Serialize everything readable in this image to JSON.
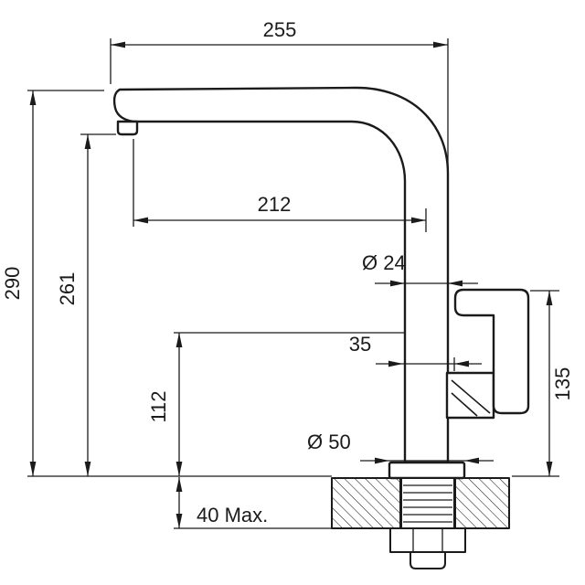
{
  "drawing": {
    "subject": "kitchen-faucet-technical-dimension-drawing",
    "colors": {
      "line": "#1b1b1b",
      "background": "#ffffff"
    },
    "dims": {
      "overall_width": "255",
      "overall_height": "290",
      "spout_height": "261",
      "spout_reach": "212",
      "body_diameter": "Ø 24",
      "lever_offset": "35",
      "joint_height": "112",
      "base_diameter": "Ø 50",
      "handle_height": "135",
      "max_counter_thickness": "40 Max."
    }
  }
}
